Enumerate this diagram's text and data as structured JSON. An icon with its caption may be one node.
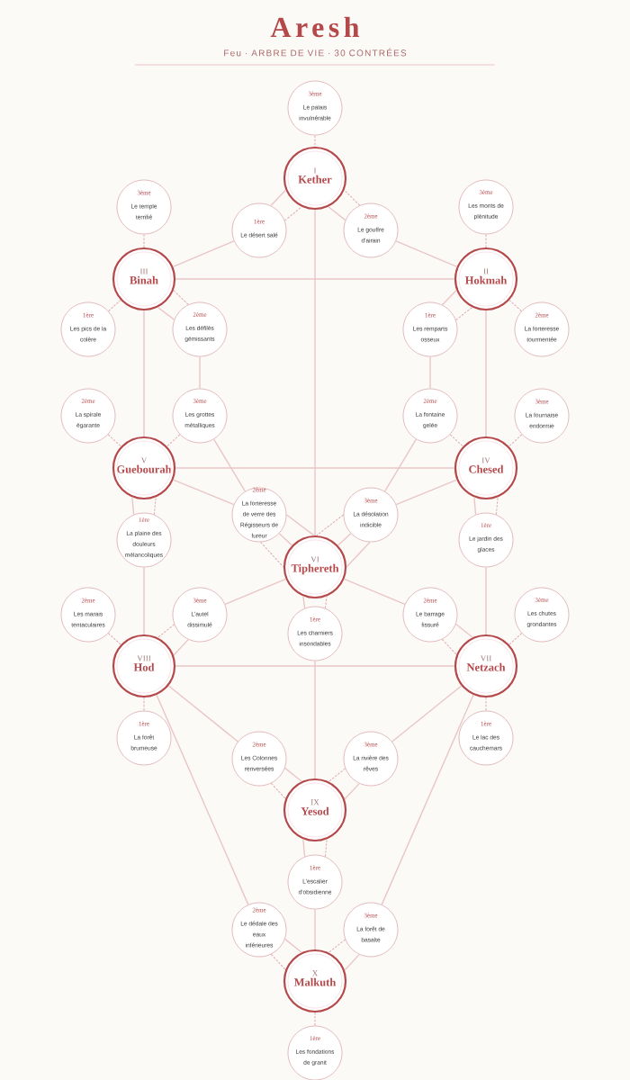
{
  "diagram": {
    "title": "Aresh",
    "nodes": [
      {
        "text": [
          "I",
          "Kether"
        ]
      },
      {
        "text": [
          "II",
          "Hokmah"
        ]
      },
      {
        "text": [
          "III",
          "Binah"
        ]
      },
      {
        "text": [
          "IV",
          "Chesed"
        ]
      },
      {
        "text": [
          "V",
          "Guebourah"
        ]
      },
      {
        "text": [
          "VI",
          "Tiphereth"
        ]
      },
      {
        "text": [
          "VII",
          "Netzach"
        ]
      },
      {
        "text": [
          "VIII",
          "Hod"
        ]
      },
      {
        "text": [
          "IX",
          "Yesod"
        ]
      },
      {
        "text": [
          "X",
          "Malkuth"
        ]
      },
      {
        "text": [
          "1ère",
          "Le désert salé"
        ]
      },
      {
        "text": [
          "2ème",
          "Le gouffre d'airain"
        ]
      },
      {
        "text": [
          "3ème",
          "Le palais invulnérable"
        ]
      },
      {
        "text": [
          "1ère",
          "Les remparts osseux"
        ]
      },
      {
        "text": [
          "2ème",
          "La forteresse tourmentée"
        ]
      },
      {
        "text": [
          "3ème",
          "Les monts de plénitude"
        ]
      },
      {
        "text": [
          "1ère",
          "Les pics de la colère"
        ]
      },
      {
        "text": [
          "2ème",
          "Les défilés gémissants"
        ]
      },
      {
        "text": [
          "3ème",
          "Le temple terrifié"
        ]
      },
      {
        "text": [
          "1ère",
          "Le jardin des glaces"
        ]
      },
      {
        "text": [
          "2ème",
          "La fontaine gelée"
        ]
      },
      {
        "text": [
          "3ème",
          "La fournaise endormie"
        ]
      },
      {
        "text": [
          "1ère",
          "La plaine des douleurs mélancoliques"
        ]
      },
      {
        "text": [
          "2ème",
          "La spirale égarante"
        ]
      },
      {
        "text": [
          "3ème",
          "Les grottes métalliques"
        ]
      },
      {
        "text": [
          "1ère",
          "Les charniers insondables"
        ]
      },
      {
        "text": [
          "2ème",
          "La forteresse de verre des Régisseurs de fureur"
        ]
      },
      {
        "text": [
          "3ème",
          "La désolation indicible"
        ]
      },
      {
        "text": [
          "1ère",
          "Le lac des cauchemars"
        ]
      },
      {
        "text": [
          "2ème",
          "Le barrage fissuré"
        ]
      },
      {
        "text": [
          "3ème",
          "Les chutes grondantes"
        ]
      },
      {
        "text": [
          "1ère",
          "La forêt brumeuse"
        ]
      },
      {
        "text": [
          "2ème",
          "Les marais tentaculaires"
        ]
      },
      {
        "text": [
          "3ème",
          "L'autel dissimulé"
        ]
      },
      {
        "text": [
          "1ère",
          "L'escalier d'obsidienne"
        ]
      },
      {
        "text": [
          "2ème",
          "Les Colonnes renversées"
        ]
      },
      {
        "text": [
          "3ème",
          "La rivière des rêves"
        ]
      },
      {
        "text": [
          "1ère",
          "Les fondations de granit"
        ]
      },
      {
        "text": [
          "2ème",
          "Le dédale des eaux inférieures"
        ]
      },
      {
        "text": [
          "3ème",
          "La forêt de basalte"
        ]
      }
    ],
    "edges": [
      {
        "from": 0,
        "to": 11,
        "arrow": "none"
      },
      {
        "from": 11,
        "to": 1,
        "arrow": "none"
      },
      {
        "from": 0,
        "to": 10,
        "arrow": "none"
      },
      {
        "from": 10,
        "to": 2,
        "arrow": "none"
      },
      {
        "from": 0,
        "to": 5,
        "arrow": "none"
      },
      {
        "from": 2,
        "to": 1,
        "arrow": "none"
      },
      {
        "from": 2,
        "to": 4,
        "arrow": "none"
      },
      {
        "from": 1,
        "to": 3,
        "arrow": "none"
      },
      {
        "from": 2,
        "to": 17,
        "arrow": "none"
      },
      {
        "from": 17,
        "to": 24,
        "arrow": "none"
      },
      {
        "from": 24,
        "to": 26,
        "arrow": "none"
      },
      {
        "from": 26,
        "to": 5,
        "arrow": "none"
      },
      {
        "from": 1,
        "to": 13,
        "arrow": "none"
      },
      {
        "from": 13,
        "to": 20,
        "arrow": "none"
      },
      {
        "from": 20,
        "to": 27,
        "arrow": "none"
      },
      {
        "from": 27,
        "to": 5,
        "arrow": "none"
      },
      {
        "from": 4,
        "to": 3,
        "arrow": "none"
      },
      {
        "from": 4,
        "to": 26,
        "arrow": "none"
      },
      {
        "from": 26,
        "to": 5,
        "arrow": "none"
      },
      {
        "from": 3,
        "to": 27,
        "arrow": "none"
      },
      {
        "from": 27,
        "to": 5,
        "arrow": "none"
      },
      {
        "from": 4,
        "to": 22,
        "arrow": "none"
      },
      {
        "from": 22,
        "to": 7,
        "arrow": "none"
      },
      {
        "from": 3,
        "to": 19,
        "arrow": "none"
      },
      {
        "from": 19,
        "to": 6,
        "arrow": "none"
      },
      {
        "from": 5,
        "to": 33,
        "arrow": "none"
      },
      {
        "from": 33,
        "to": 7,
        "arrow": "none"
      },
      {
        "from": 5,
        "to": 29,
        "arrow": "none"
      },
      {
        "from": 29,
        "to": 6,
        "arrow": "none"
      },
      {
        "from": 5,
        "to": 25,
        "arrow": "none"
      },
      {
        "from": 25,
        "to": 8,
        "arrow": "none"
      },
      {
        "from": 7,
        "to": 6,
        "arrow": "none"
      },
      {
        "from": 7,
        "to": 35,
        "arrow": "none"
      },
      {
        "from": 35,
        "to": 8,
        "arrow": "none"
      },
      {
        "from": 6,
        "to": 36,
        "arrow": "none"
      },
      {
        "from": 36,
        "to": 8,
        "arrow": "none"
      },
      {
        "from": 7,
        "to": 38,
        "arrow": "none"
      },
      {
        "from": 38,
        "to": 9,
        "arrow": "none"
      },
      {
        "from": 6,
        "to": 39,
        "arrow": "none"
      },
      {
        "from": 39,
        "to": 9,
        "arrow": "none"
      },
      {
        "from": 8,
        "to": 34,
        "arrow": "none"
      },
      {
        "from": 34,
        "to": 9,
        "arrow": "none"
      },
      {
        "from": 10,
        "to": 0,
        "arrow": "none",
        "style": "dashed"
      },
      {
        "from": 11,
        "to": 0,
        "arrow": "none",
        "style": "dashed"
      },
      {
        "from": 12,
        "to": 0,
        "arrow": "none",
        "style": "dashed"
      },
      {
        "from": 13,
        "to": 1,
        "arrow": "none",
        "style": "dashed"
      },
      {
        "from": 14,
        "to": 1,
        "arrow": "none",
        "style": "dashed"
      },
      {
        "from": 15,
        "to": 1,
        "arrow": "none",
        "style": "dashed"
      },
      {
        "from": 16,
        "to": 2,
        "arrow": "none",
        "style": "dashed"
      },
      {
        "from": 17,
        "to": 2,
        "arrow": "none",
        "style": "dashed"
      },
      {
        "from": 18,
        "to": 2,
        "arrow": "none",
        "style": "dashed"
      },
      {
        "from": 19,
        "to": 3,
        "arrow": "none",
        "style": "dashed"
      },
      {
        "from": 20,
        "to": 3,
        "arrow": "none",
        "style": "dashed"
      },
      {
        "from": 21,
        "to": 3,
        "arrow": "none",
        "style": "dashed"
      },
      {
        "from": 22,
        "to": 4,
        "arrow": "none",
        "style": "dashed"
      },
      {
        "from": 23,
        "to": 4,
        "arrow": "none",
        "style": "dashed"
      },
      {
        "from": 24,
        "to": 4,
        "arrow": "none",
        "style": "dashed"
      },
      {
        "from": 25,
        "to": 5,
        "arrow": "none",
        "style": "dashed"
      },
      {
        "from": 26,
        "to": 5,
        "arrow": "none",
        "style": "dashed"
      },
      {
        "from": 27,
        "to": 5,
        "arrow": "none",
        "style": "dashed"
      },
      {
        "from": 28,
        "to": 6,
        "arrow": "none",
        "style": "dashed"
      },
      {
        "from": 29,
        "to": 6,
        "arrow": "none",
        "style": "dashed"
      },
      {
        "from": 30,
        "to": 6,
        "arrow": "none",
        "style": "dashed"
      },
      {
        "from": 31,
        "to": 7,
        "arrow": "none",
        "style": "dashed"
      },
      {
        "from": 32,
        "to": 7,
        "arrow": "none",
        "style": "dashed"
      },
      {
        "from": 33,
        "to": 7,
        "arrow": "none",
        "style": "dashed"
      },
      {
        "from": 34,
        "to": 8,
        "arrow": "none",
        "style": "dashed"
      },
      {
        "from": 35,
        "to": 8,
        "arrow": "none",
        "style": "dashed"
      },
      {
        "from": 36,
        "to": 8,
        "arrow": "none",
        "style": "dashed"
      },
      {
        "from": 37,
        "to": 9,
        "arrow": "none",
        "style": "dashed"
      },
      {
        "from": 38,
        "to": 9,
        "arrow": "none",
        "style": "dashed"
      },
      {
        "from": 39,
        "to": 9,
        "arrow": "none",
        "style": "dashed"
      }
    ],
    "labels": [
      "Feu · ARBRE DE VIE · 30 CONTRÉES"
    ]
  }
}
